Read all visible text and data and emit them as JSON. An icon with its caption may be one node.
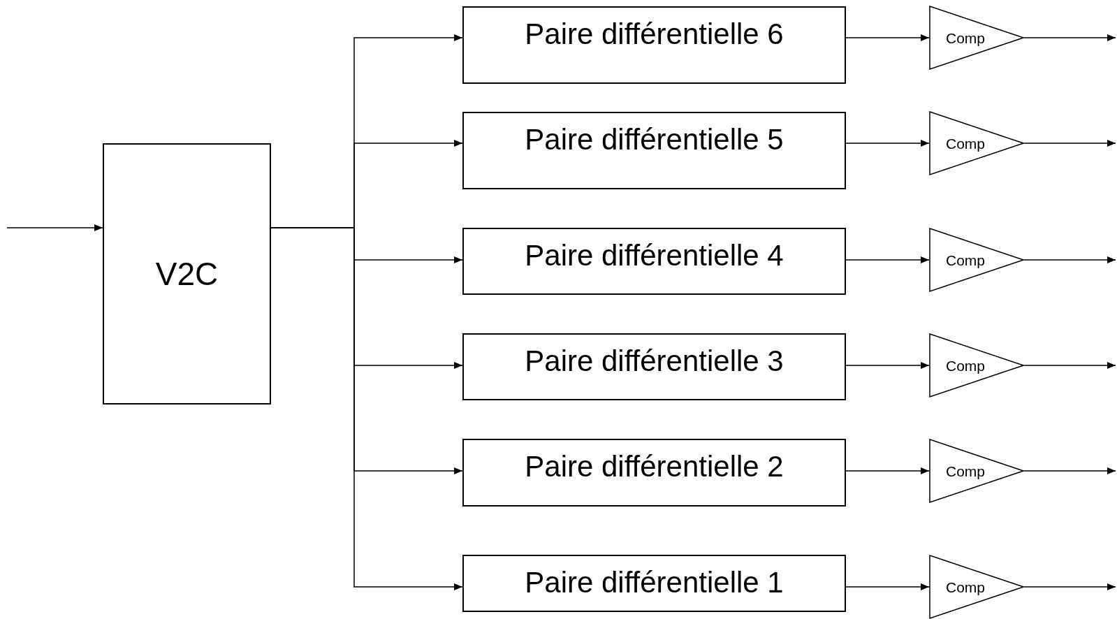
{
  "diagram": {
    "nodes": [
      {
        "text": [
          "V2C"
        ]
      },
      {
        "text": [
          "Paire différentielle 6"
        ]
      },
      {
        "text": [
          "Paire différentielle 5"
        ]
      },
      {
        "text": [
          "Paire différentielle 4"
        ]
      },
      {
        "text": [
          "Paire différentielle 3"
        ]
      },
      {
        "text": [
          "Paire différentielle 2"
        ]
      },
      {
        "text": [
          "Paire différentielle 1"
        ]
      },
      {
        "text": [
          "Comp"
        ]
      },
      {
        "text": [
          "Comp"
        ]
      },
      {
        "text": [
          "Comp"
        ]
      },
      {
        "text": [
          "Comp"
        ]
      },
      {
        "text": [
          "Comp"
        ]
      },
      {
        "text": [
          "Comp"
        ]
      }
    ],
    "edges": [
      {
        "from": null,
        "to": 0,
        "arrow": "to"
      },
      {
        "from": 0,
        "to": 1,
        "arrow": "to"
      },
      {
        "from": 0,
        "to": 2,
        "arrow": "to"
      },
      {
        "from": 0,
        "to": 3,
        "arrow": "to"
      },
      {
        "from": 0,
        "to": 4,
        "arrow": "to"
      },
      {
        "from": 0,
        "to": 5,
        "arrow": "to"
      },
      {
        "from": 0,
        "to": 6,
        "arrow": "to"
      },
      {
        "from": 1,
        "to": 7,
        "arrow": "to"
      },
      {
        "from": 2,
        "to": 8,
        "arrow": "to"
      },
      {
        "from": 3,
        "to": 9,
        "arrow": "to"
      },
      {
        "from": 4,
        "to": 10,
        "arrow": "to"
      },
      {
        "from": 5,
        "to": 11,
        "arrow": "to"
      },
      {
        "from": 6,
        "to": 12,
        "arrow": "to"
      },
      {
        "from": 7,
        "to": null,
        "arrow": "to"
      },
      {
        "from": 8,
        "to": null,
        "arrow": "to"
      },
      {
        "from": 9,
        "to": null,
        "arrow": "to"
      },
      {
        "from": 10,
        "to": null,
        "arrow": "to"
      },
      {
        "from": 11,
        "to": null,
        "arrow": "to"
      },
      {
        "from": 12,
        "to": null,
        "arrow": "to"
      }
    ]
  }
}
